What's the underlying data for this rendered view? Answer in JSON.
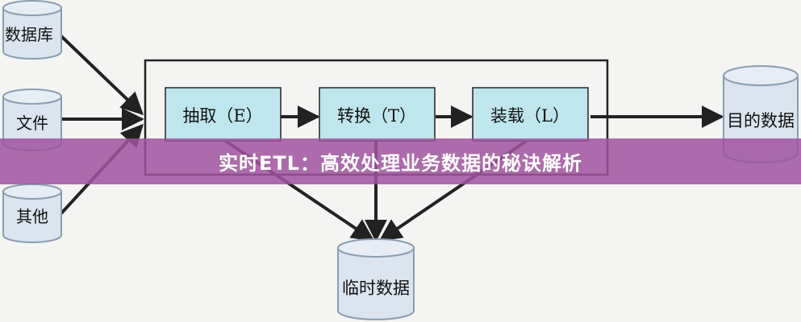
{
  "sources": [
    {
      "id": "db",
      "label": "数据库"
    },
    {
      "id": "file",
      "label": "文件"
    },
    {
      "id": "other",
      "label": "其他"
    }
  ],
  "stages": [
    {
      "id": "extract",
      "label": "抽取（E）"
    },
    {
      "id": "transform",
      "label": "转换（T）"
    },
    {
      "id": "load",
      "label": "装载（L）"
    }
  ],
  "target": {
    "label": "目的数据"
  },
  "temp": {
    "label": "临时数据"
  },
  "banner": {
    "title": "实时ETL：高效处理业务数据的秘诀解析"
  },
  "colors": {
    "stage_fill": "#bfe6ee",
    "db_fill": "#dbe4ef",
    "banner": "#a0549e",
    "stroke": "#222222"
  }
}
